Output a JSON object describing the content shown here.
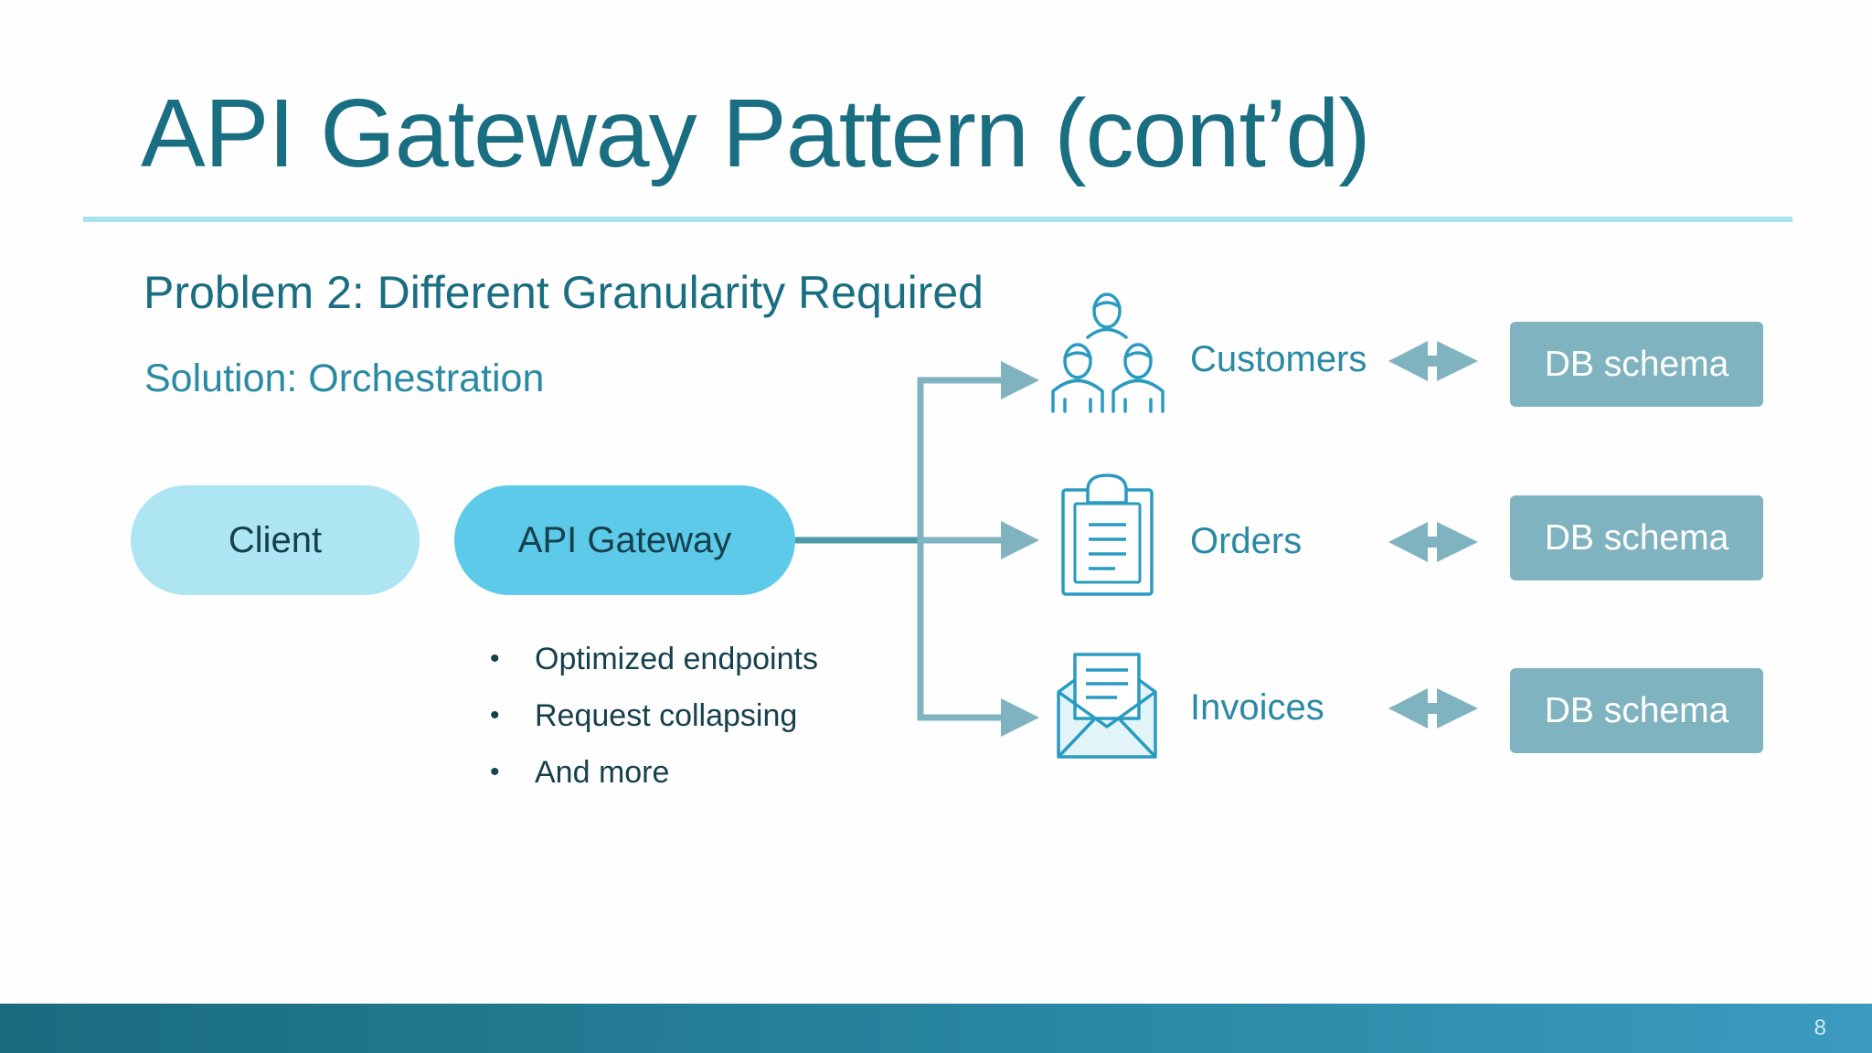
{
  "slide": {
    "title": "API Gateway Pattern (cont’d)",
    "subtitle": "Problem 2: Different Granularity Required",
    "solution": "Solution: Orchestration",
    "page_number": "8"
  },
  "nodes": {
    "client": "Client",
    "gateway": "API Gateway"
  },
  "features": [
    "Optimized endpoints",
    "Request collapsing",
    "And more"
  ],
  "services": [
    {
      "label": "Customers",
      "icon": "people-group-icon",
      "db": "DB schema"
    },
    {
      "label": "Orders",
      "icon": "clipboard-icon",
      "db": "DB schema"
    },
    {
      "label": "Invoices",
      "icon": "envelope-letter-icon",
      "db": "DB schema"
    }
  ],
  "colors": {
    "title": "#1a6e82",
    "rule": "#a8e2ea",
    "client_pill": "#ade5f3",
    "gateway_pill": "#5ccae8",
    "connector": "#7fb3bf",
    "db_box": "#7fb3bf",
    "icon": "#2a9bc0"
  }
}
